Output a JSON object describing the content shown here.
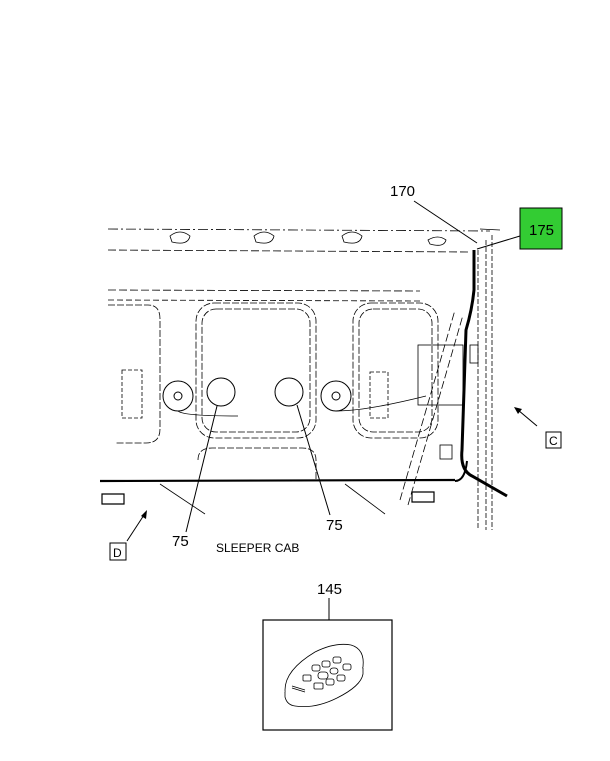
{
  "diagram": {
    "callouts": {
      "harness_ref": "170",
      "highlighted_part": "175",
      "speaker_left": "75",
      "speaker_right": "75",
      "remote": "145"
    },
    "view_labels": {
      "c": "C",
      "d": "D"
    },
    "caption": "SLEEPER CAB",
    "colors": {
      "highlight": "#33CC33",
      "line": "#000000"
    }
  }
}
